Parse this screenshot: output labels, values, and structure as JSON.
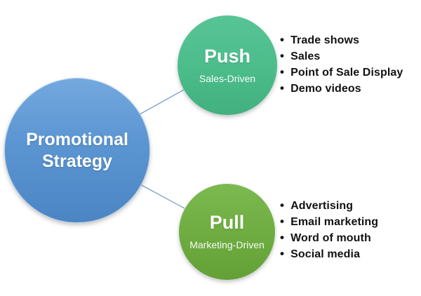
{
  "diagram": {
    "bullet_glyph": "•",
    "root": {
      "title": "Promotional Strategy"
    },
    "push": {
      "label": "Push",
      "sublabel": "Sales-Driven",
      "items": [
        "Trade shows",
        "Sales",
        "Point of Sale Display",
        "Demo videos"
      ]
    },
    "pull": {
      "label": "Pull",
      "sublabel": "Marketing-Driven",
      "items": [
        "Advertising",
        "Email marketing",
        "Word of mouth",
        "Social media"
      ]
    },
    "colors": {
      "root_circle": "#5b95d2",
      "push_circle": "#4dbd8c",
      "pull_circle": "#6fad42",
      "connector_line": "#7aa0d0",
      "circle_text": "#ffffff",
      "list_text": "#121212",
      "background": "#ffffff"
    }
  }
}
